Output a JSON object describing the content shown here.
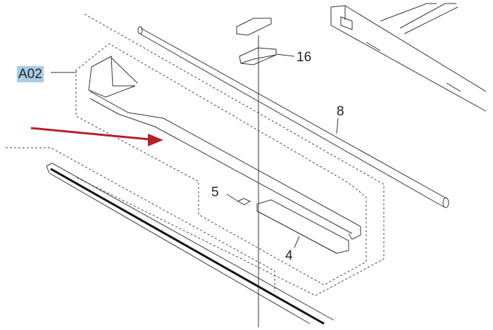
{
  "labels": {
    "assembly": "A02",
    "part_16": "16",
    "part_8": "8",
    "part_5": "5",
    "part_4": "4"
  },
  "colors": {
    "highlight": "#a9cbe6",
    "arrow": "#b5202a",
    "line": "#333333"
  },
  "icons": {
    "pointer": "red-arrow-icon"
  }
}
